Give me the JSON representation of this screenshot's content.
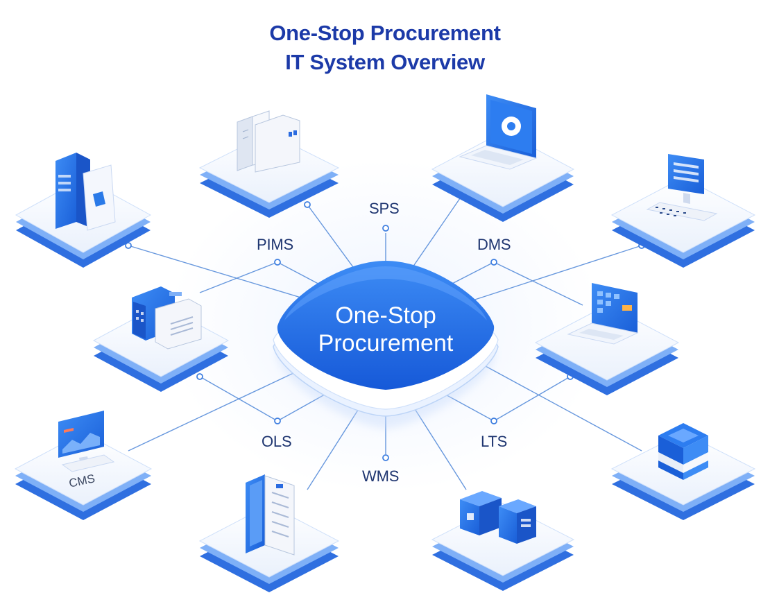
{
  "title": {
    "line1": "One-Stop Procurement",
    "line2": "IT System Overview"
  },
  "hub": {
    "line1": "One-Stop",
    "line2": "Procurement"
  },
  "systems": {
    "sps": "SPS",
    "pims": "PIMS",
    "dms": "DMS",
    "ols": "OLS",
    "lts": "LTS",
    "wms": "WMS"
  },
  "device_text": {
    "cms": "CMS"
  },
  "icons": [
    "server-document-icon",
    "filing-cabinet-icon",
    "laptop-chrome-icon",
    "monitor-keyboard-icon",
    "printer-icon",
    "laptop-dashboard-icon",
    "cms-monitor-icon",
    "document-binder-icon",
    "shipping-boxes-icon",
    "cube-module-icon"
  ],
  "colors": {
    "accent": "#1f6fe8",
    "title": "#1c3aa8",
    "label": "#1e3570",
    "line": "#4d86d8"
  }
}
